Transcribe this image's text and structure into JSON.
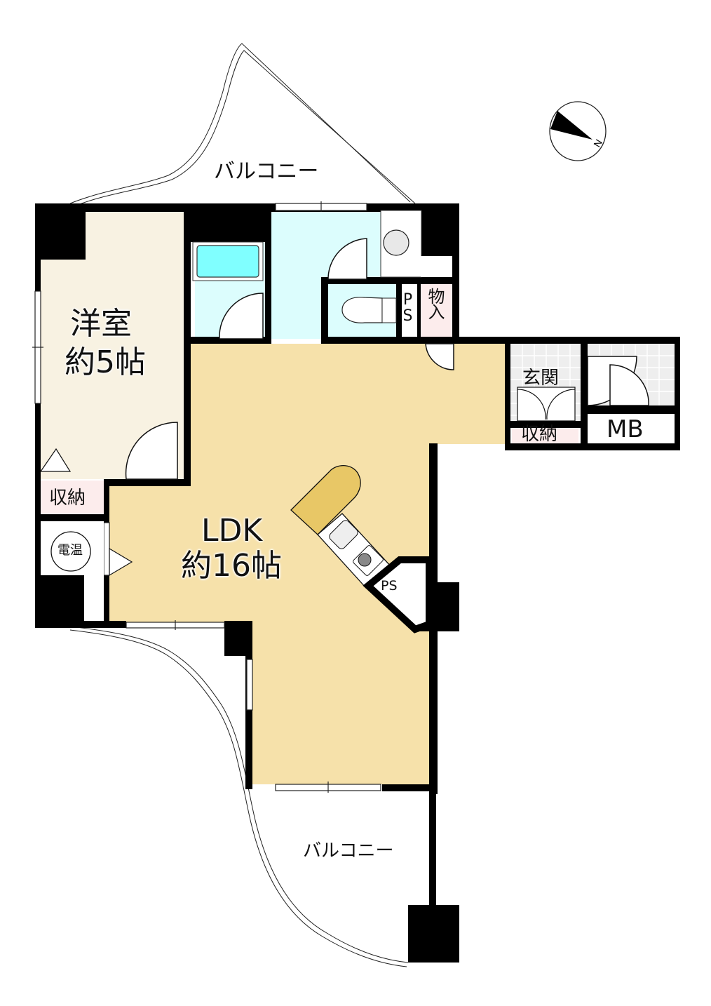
{
  "floor_plan": {
    "colors": {
      "wall": "#000000",
      "western_room_floor": "#f8f2e2",
      "ldk_floor": "#f6e1aa",
      "wet_area_floor": "#dcfdfd",
      "bathtub": "#80ffff",
      "storage_floor": "#fcecec",
      "entrance_tile": "#eeeeee",
      "kitchen_counter": "#e8c766",
      "washer": "#e8e8e8"
    },
    "compass": {
      "label": "N",
      "icon": "compass-north-arrow-icon"
    },
    "balcony_top": {
      "label": "バルコニー"
    },
    "balcony_bottom": {
      "label": "バルコニー"
    },
    "western_room": {
      "name": "洋室",
      "size": "約5帖"
    },
    "ldk": {
      "name": "LDK",
      "size": "約16帖"
    },
    "storage_western": {
      "label": "収納"
    },
    "water_heater": {
      "label": "電温"
    },
    "pipe_space_toilet": {
      "label": "PS"
    },
    "closet": {
      "label": "物入"
    },
    "entrance": {
      "label": "玄関"
    },
    "storage_entrance": {
      "label": "収納"
    },
    "meter_box": {
      "label": "MB"
    },
    "pipe_space_kitchen": {
      "label": "PS"
    }
  }
}
